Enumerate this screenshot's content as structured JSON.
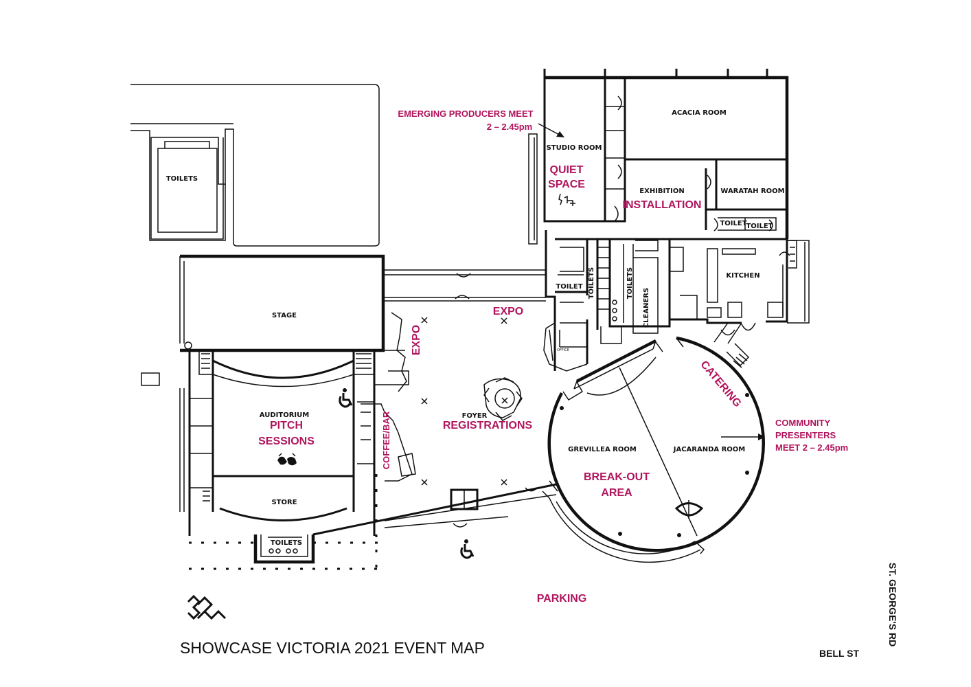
{
  "map": {
    "title": "SHOWCASE VICTORIA 2021 EVENT MAP",
    "colors": {
      "accent": "#b0155d",
      "line": "#111111"
    },
    "rooms": {
      "toilets_outdoor": "TOILETS",
      "stage": "STAGE",
      "auditorium": "AUDITORIUM",
      "store": "STORE",
      "toilets_bottom": "TOILETS",
      "foyer": "FOYER",
      "studio_room": "STUDIO ROOM",
      "acacia_room": "ACACIA ROOM",
      "exhibition": "EXHIBITION",
      "waratah_room": "WARATAH ROOM",
      "toilet_1": "TOILET",
      "toilet_2": "TOILET",
      "kitchen": "KITCHEN",
      "toilet_3": "TOILET",
      "toilets_v1": "TOILETS",
      "toilets_v2": "TOILETS",
      "cleaners": "CLEANERS",
      "office": "OFFICE",
      "grevillea_room": "GREVILLEA ROOM",
      "jacaranda_room": "JACARANDA ROOM"
    },
    "zones": {
      "emerging_line1": "EMERGING PRODUCERS MEET",
      "emerging_line2": "2 – 2.45pm",
      "quiet_line1": "QUIET",
      "quiet_line2": "SPACE",
      "installation": "INSTALLATION",
      "expo_top": "EXPO",
      "expo_vertical": "EXPO",
      "coffee_bar": "COFFEE/BAR",
      "registrations": "REGISTRATIONS",
      "pitch_line1": "PITCH",
      "pitch_line2": "SESSIONS",
      "catering": "CATERING",
      "breakout_line1": "BREAK-OUT",
      "breakout_line2": "AREA",
      "community_line1": "COMMUNITY",
      "community_line2": "PRESENTERS",
      "community_line3": "MEET 2 – 2.45pm",
      "parking": "PARKING"
    },
    "streets": {
      "bell_st": "BELL ST",
      "st_georges_rd": "ST. GEORGE'S RD"
    },
    "icons": [
      "accessibility-icon",
      "sign-language-icon",
      "quiet-person-icon",
      "logo-icon"
    ]
  }
}
